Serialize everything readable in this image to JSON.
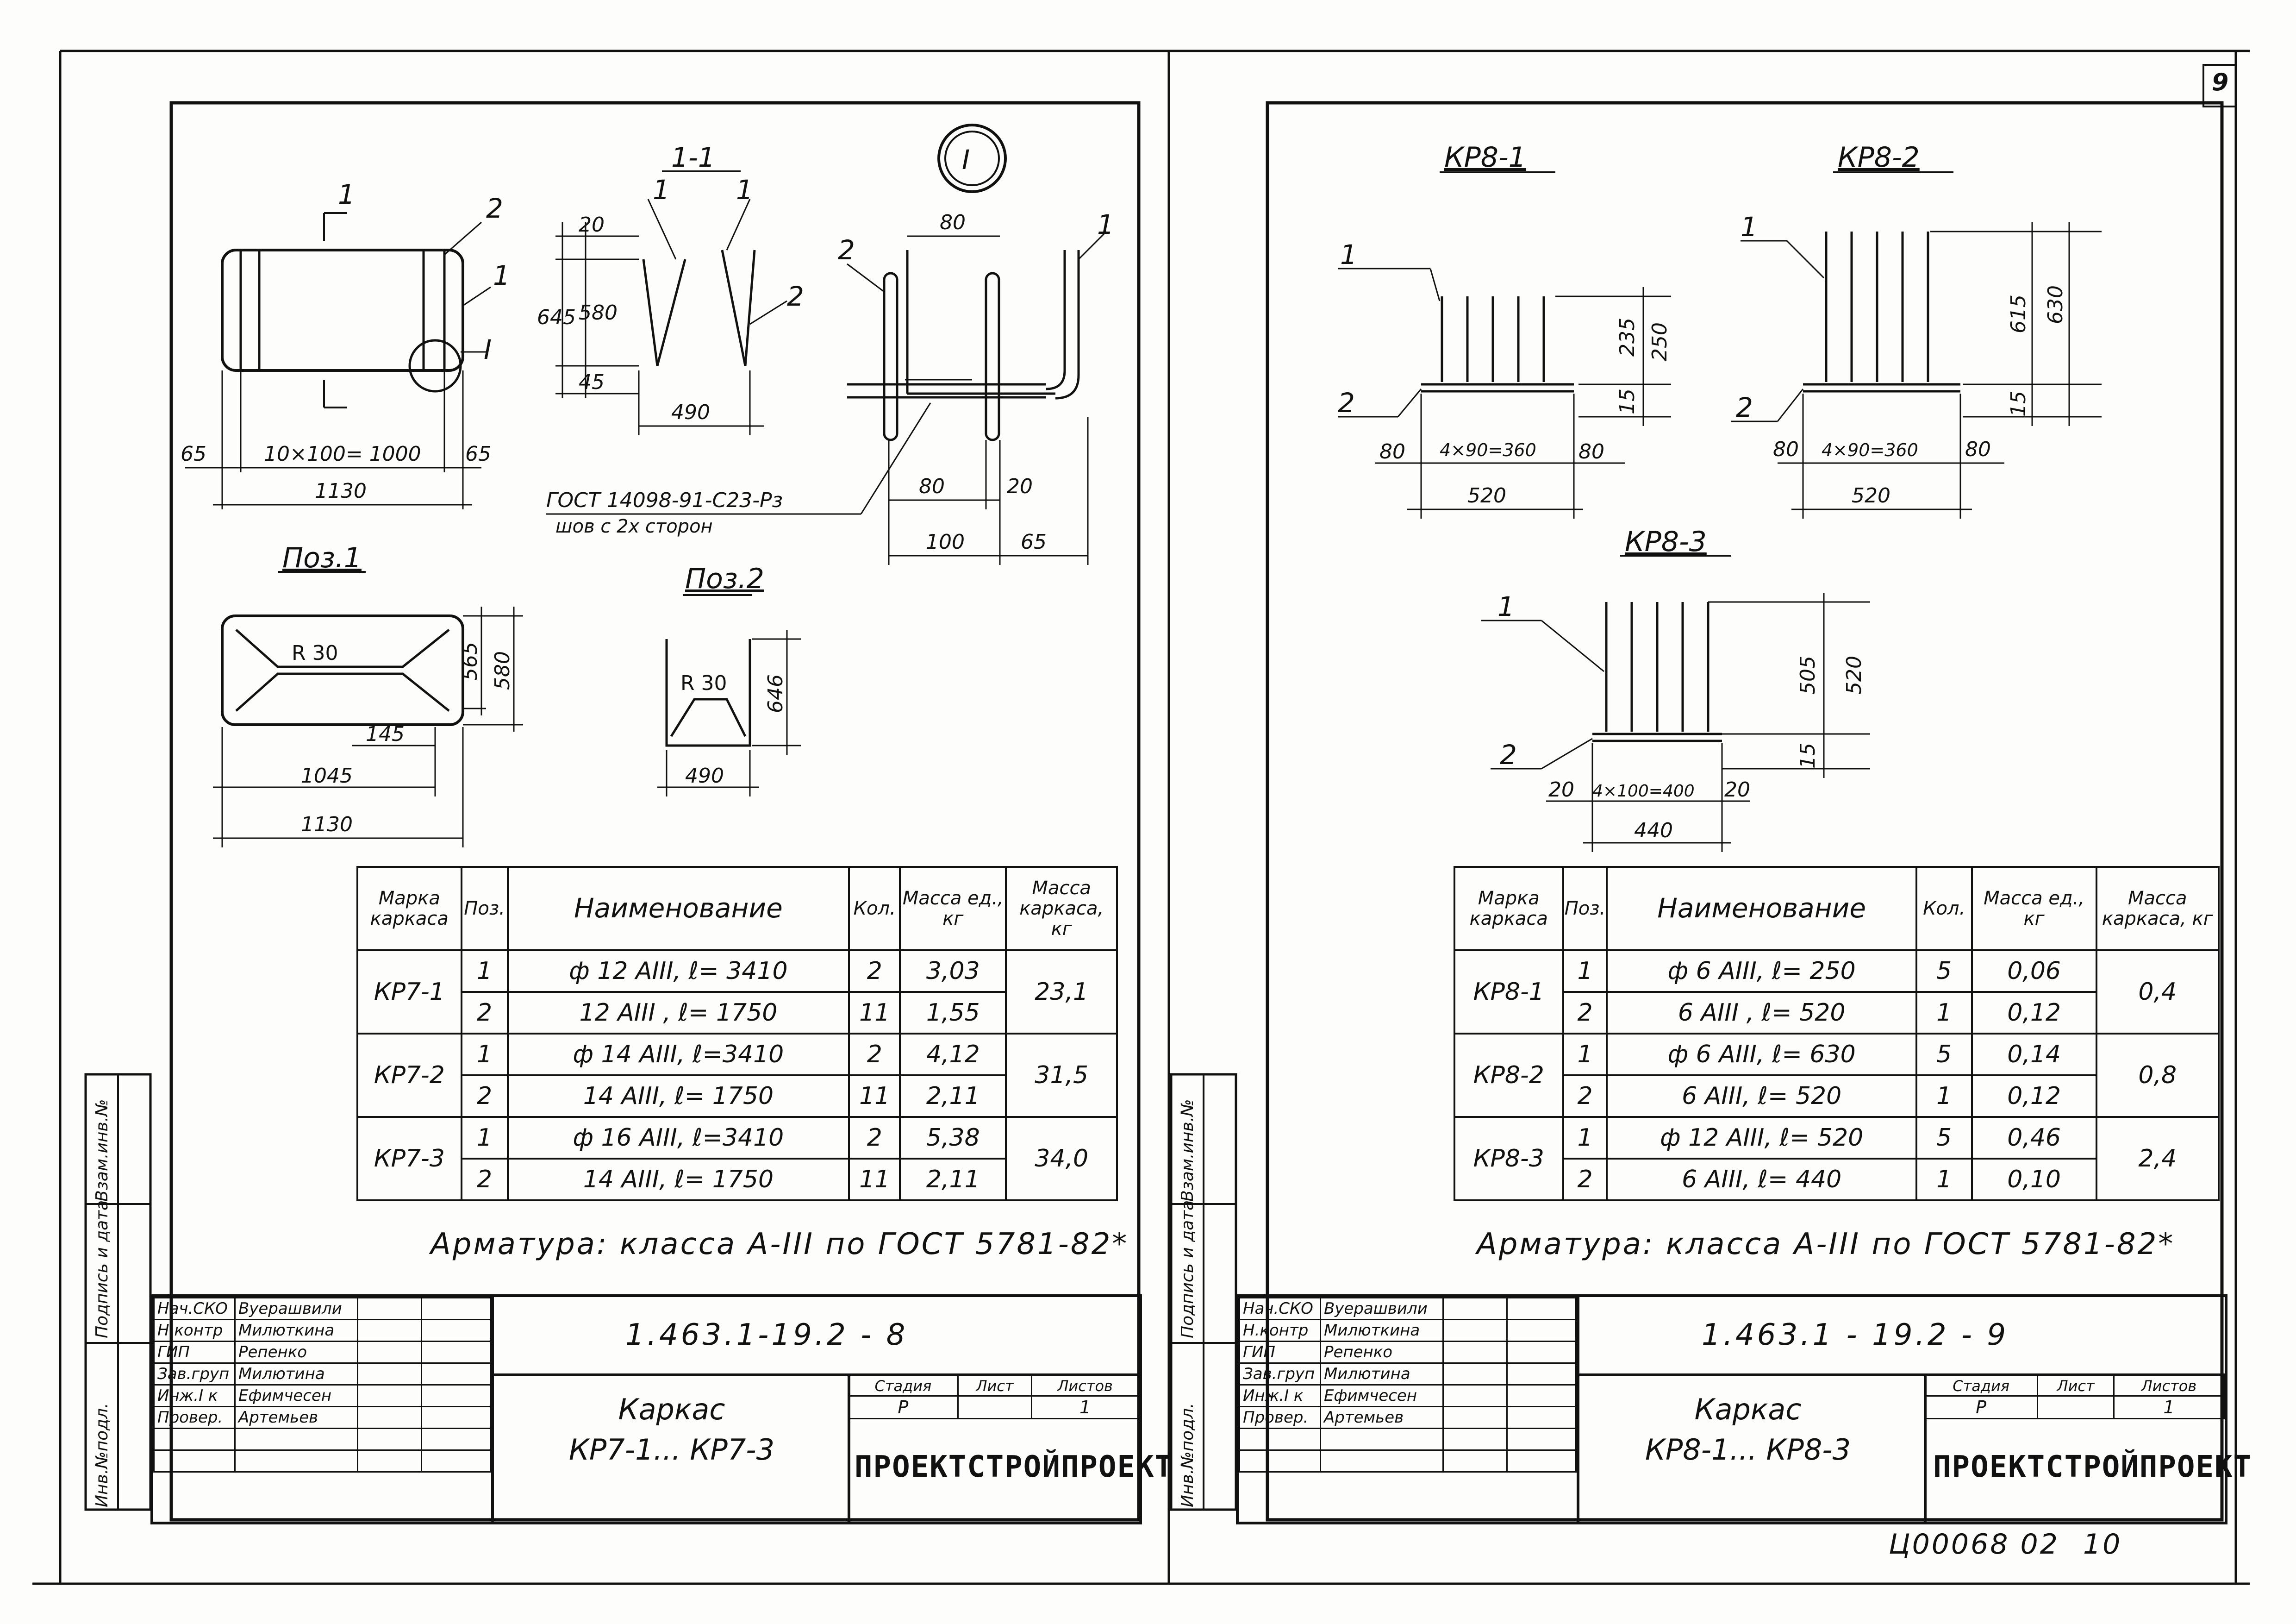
{
  "page_number": "9",
  "archive_number": "Ц00068 02",
  "archive_sheet": "10",
  "left": {
    "callout": "I",
    "view_plan": {
      "section_mark": "1",
      "label_1": "1",
      "label_2": "2",
      "detail": "I",
      "dim_65a": "65",
      "dim_mid": "10×100= 1000",
      "dim_65b": "65",
      "dim_total": "1130"
    },
    "section_1_1": {
      "title": "1-1",
      "mark_1a": "1",
      "mark_1b": "1",
      "mark_2": "2",
      "dim_20": "20",
      "dim_580": "580",
      "dim_645": "645",
      "dim_45": "45",
      "dim_490": "490"
    },
    "gost_note": "ГОСТ 14098-91-С23-Рз",
    "weld_note": "шов с 2х сторон",
    "detail_I": {
      "mark_2": "2",
      "mark_1": "1",
      "dim_80_top": "80",
      "dim_80": "80",
      "dim_20": "20",
      "dim_100": "100",
      "dim_65": "65"
    },
    "pos1": {
      "title": "Поз.1",
      "radius": "R 30",
      "dim_565": "565",
      "dim_580": "580",
      "dim_145": "145",
      "dim_1045": "1045",
      "dim_1130": "1130"
    },
    "pos2": {
      "title": "Поз.2",
      "radius": "R 30",
      "dim_646": "646",
      "dim_490": "490"
    },
    "table": {
      "headers": [
        "Марка каркаса",
        "Поз.",
        "Наименование",
        "Кол.",
        "Масса ед., кг",
        "Масса каркаса, кг"
      ],
      "groups": [
        {
          "mark": "КР7-1",
          "total": "23,1",
          "rows": [
            {
              "pos": "1",
              "name": "ф 12 АIII, ℓ= 3410",
              "qty": "2",
              "mass": "3,03"
            },
            {
              "pos": "2",
              "name": "12 АIII , ℓ= 1750",
              "qty": "11",
              "mass": "1,55"
            }
          ]
        },
        {
          "mark": "КР7-2",
          "total": "31,5",
          "rows": [
            {
              "pos": "1",
              "name": "ф 14 АIII,  ℓ=3410",
              "qty": "2",
              "mass": "4,12"
            },
            {
              "pos": "2",
              "name": "14 АIII,  ℓ= 1750",
              "qty": "11",
              "mass": "2,11"
            }
          ]
        },
        {
          "mark": "КР7-3",
          "total": "34,0",
          "rows": [
            {
              "pos": "1",
              "name": "ф 16 АIII,  ℓ=3410",
              "qty": "2",
              "mass": "5,38"
            },
            {
              "pos": "2",
              "name": "14 АIII,  ℓ= 1750",
              "qty": "11",
              "mass": "2,11"
            }
          ]
        }
      ]
    },
    "note": "Арматура: класса  А-III  по  ГОСТ 5781-82*",
    "stamp": {
      "code": "1.463.1-19.2 - 8",
      "title_line1": "Каркас",
      "title_line2": "КР7-1... КР7-3",
      "stage_header": [
        "Стадия",
        "Лист",
        "Листов"
      ],
      "stage_values": [
        "Р",
        "",
        "1"
      ],
      "org": "ПРОЕКТСТРОЙПРОЕКТ",
      "roles": [
        "Нач.СКО",
        "Н.контр",
        "ГИП",
        "Зав.груп",
        "Инж.I к",
        "Провер."
      ],
      "names": [
        "Вуерашвили",
        "Милюткина",
        "Репенко",
        "Милютина",
        "Ефимчесен",
        "Артемьев"
      ],
      "side_labels": [
        "Инв.№подл.",
        "Подпись и дата",
        "Взам.инв.№"
      ]
    }
  },
  "right": {
    "krv1": {
      "title": "КР8-1",
      "mark_1": "1",
      "mark_2": "2",
      "dim_235": "235",
      "dim_250": "250",
      "dim_15": "15",
      "dim_80a": "80",
      "dim_mid": "4×90=360",
      "dim_80b": "80",
      "dim_total": "520"
    },
    "krv2": {
      "title": "КР8-2",
      "mark_1": "1",
      "mark_2": "2",
      "dim_615": "615",
      "dim_630": "630",
      "dim_15": "15",
      "dim_80a": "80",
      "dim_mid": "4×90=360",
      "dim_80b": "80",
      "dim_total": "520"
    },
    "krv3": {
      "title": "КР8-3",
      "mark_1": "1",
      "mark_2": "2",
      "dim_505": "505",
      "dim_520": "520",
      "dim_15": "15",
      "dim_20a": "20",
      "dim_mid": "4×100=400",
      "dim_20b": "20",
      "dim_total": "440"
    },
    "table": {
      "headers": [
        "Марка каркаса",
        "Поз.",
        "Наименование",
        "Кол.",
        "Масса ед., кг",
        "Масса каркаса, кг"
      ],
      "groups": [
        {
          "mark": "КР8-1",
          "total": "0,4",
          "rows": [
            {
              "pos": "1",
              "name": "ф  6 АIII,  ℓ= 250",
              "qty": "5",
              "mass": "0,06"
            },
            {
              "pos": "2",
              "name": "6 АIII ,  ℓ= 520",
              "qty": "1",
              "mass": "0,12"
            }
          ]
        },
        {
          "mark": "КР8-2",
          "total": "0,8",
          "rows": [
            {
              "pos": "1",
              "name": "ф  6 АIII,  ℓ= 630",
              "qty": "5",
              "mass": "0,14"
            },
            {
              "pos": "2",
              "name": "6 АIII,  ℓ= 520",
              "qty": "1",
              "mass": "0,12"
            }
          ]
        },
        {
          "mark": "КР8-3",
          "total": "2,4",
          "rows": [
            {
              "pos": "1",
              "name": "ф 12 АIII, ℓ= 520",
              "qty": "5",
              "mass": "0,46"
            },
            {
              "pos": "2",
              "name": "6 АIII,  ℓ= 440",
              "qty": "1",
              "mass": "0,10"
            }
          ]
        }
      ]
    },
    "note": "Арматура:  класса  А-III  по ГОСТ  5781-82*",
    "stamp": {
      "code": "1.463.1 - 19.2 - 9",
      "title_line1": "Каркас",
      "title_line2": "КР8-1... КР8-3",
      "stage_header": [
        "Стадия",
        "Лист",
        "Листов"
      ],
      "stage_values": [
        "Р",
        "",
        "1"
      ],
      "org": "ПРОЕКТСТРОЙПРОЕКТ",
      "roles": [
        "Нач.СКО",
        "Н.контр",
        "ГИП",
        "Зав.груп",
        "Инж.I к",
        "Провер."
      ],
      "names": [
        "Вуерашвили",
        "Милюткина",
        "Репенко",
        "Милютина",
        "Ефимчесен",
        "Артемьев"
      ],
      "side_labels": [
        "Инв.№подл.",
        "Подпись и дата",
        "Взам.инв.№"
      ]
    }
  }
}
